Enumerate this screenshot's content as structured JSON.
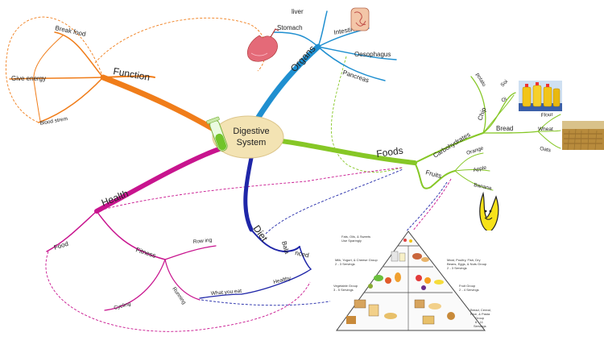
{
  "center": {
    "line1": "Digestive",
    "line2": "System"
  },
  "branches": {
    "function": {
      "label": "Function",
      "items": [
        "Break food",
        "Give energy",
        "Blood strem"
      ]
    },
    "organs": {
      "label": "Organs",
      "items": [
        "liver",
        "Stomach",
        "Intestine",
        "Oesophagus",
        "Pancreas"
      ]
    },
    "foods": {
      "label": "Foods",
      "carbohydrates": {
        "label": "Carbohydrates",
        "chip": "Chip",
        "chip_items": [
          "potato",
          "Soi",
          "Oi"
        ],
        "bread": "Bread",
        "bread_items": [
          "Flour",
          "Wheat",
          "Oats"
        ]
      },
      "fruits": {
        "label": "Fruits",
        "items": [
          "Orange",
          "Apple",
          "Banana"
        ]
      }
    },
    "health": {
      "label": "Health",
      "food": "Food",
      "fitness": "Fitness",
      "fitness_items": [
        "Row ing",
        "Running",
        "Cycling"
      ]
    },
    "diet": {
      "label": "Diet",
      "balanced_1": "Bala",
      "balanced_2": "nced",
      "healthy": "Healthy",
      "what_you_eat": "What you eat"
    }
  },
  "pyramid": {
    "top": [
      "Fats, Oils, & Sweets",
      "Use Sparingly"
    ],
    "milk": [
      "Milk, Yogurt, & Cheese Group",
      "2 - 3 Servings"
    ],
    "meat": [
      "Meat, Poultry, Fish, Dry",
      "Beans, Eggs, & Nuts Group",
      "2 - 3 Servings"
    ],
    "vegetable": [
      "Vegetable Group",
      "3 - 5 Servings"
    ],
    "fruit": [
      "Fruit Group",
      "2 - 4 Servings"
    ],
    "bread": [
      "Bread, Cereal,",
      "Rice, & Pasta",
      "Group",
      "6 - 11",
      "Servings"
    ]
  },
  "colors": {
    "function": "#f07d1a",
    "organs": "#1f8fd0",
    "foods": "#86c726",
    "health": "#c8148e",
    "diet": "#1f26a8",
    "center_fill": "#f3e3b3"
  }
}
